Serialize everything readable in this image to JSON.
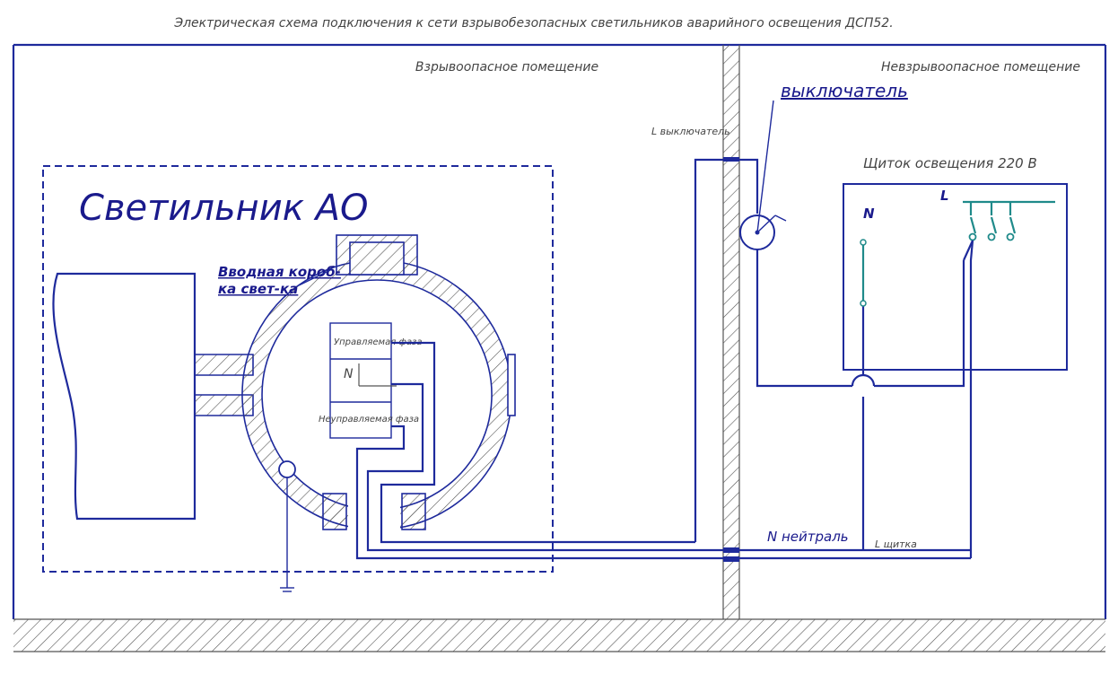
{
  "title": "Электрическая схема подключения к сети  взрывобезопасных светильников аварийного освещения ДСП52.",
  "zones": {
    "explosive": "Взрывоопасное помещение",
    "non_explosive": "Невзрывоопасное помещение"
  },
  "fixture": {
    "label": "Светильник АО",
    "box_label_line1": "Вводная короб-",
    "box_label_line2": "ка свет-ка",
    "terminal_controlled": "Управляемая фаза",
    "terminal_n": "N",
    "terminal_uncontrolled": "Неуправляемая фаза"
  },
  "switch_label": "выключатель",
  "wires": {
    "l_switch": "L выключатель",
    "n_neutral": "N нейтраль",
    "l_panel": "L щитка"
  },
  "panel": {
    "label": "Щиток освещения 220 В",
    "n": "N",
    "l": "L"
  },
  "colors": {
    "wire": "#1e2a9c",
    "hatch": "#555555",
    "terminal": "#1f8a8a"
  }
}
